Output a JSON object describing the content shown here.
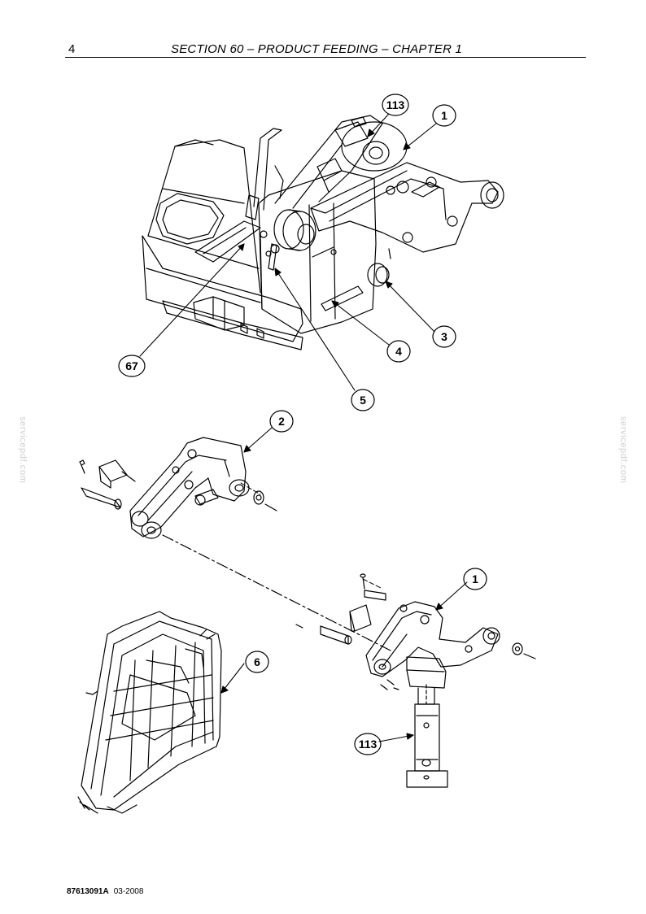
{
  "header": {
    "page_number": "4",
    "section_title": "SECTION 60 – PRODUCT FEEDING – CHAPTER 1"
  },
  "callouts": {
    "c113_top": "113",
    "c1_top": "1",
    "c3": "3",
    "c4": "4",
    "c5": "5",
    "c67": "67",
    "c2": "2",
    "c1_bottom": "1",
    "c6": "6",
    "c113_bottom": "113"
  },
  "watermark": {
    "left": "servicepdf.com",
    "right": "servicepdf.com"
  },
  "footer": {
    "doc_code": "87613091A",
    "date": "03-2008"
  },
  "colors": {
    "line": "#000000",
    "watermark": "#cfcfcf"
  }
}
